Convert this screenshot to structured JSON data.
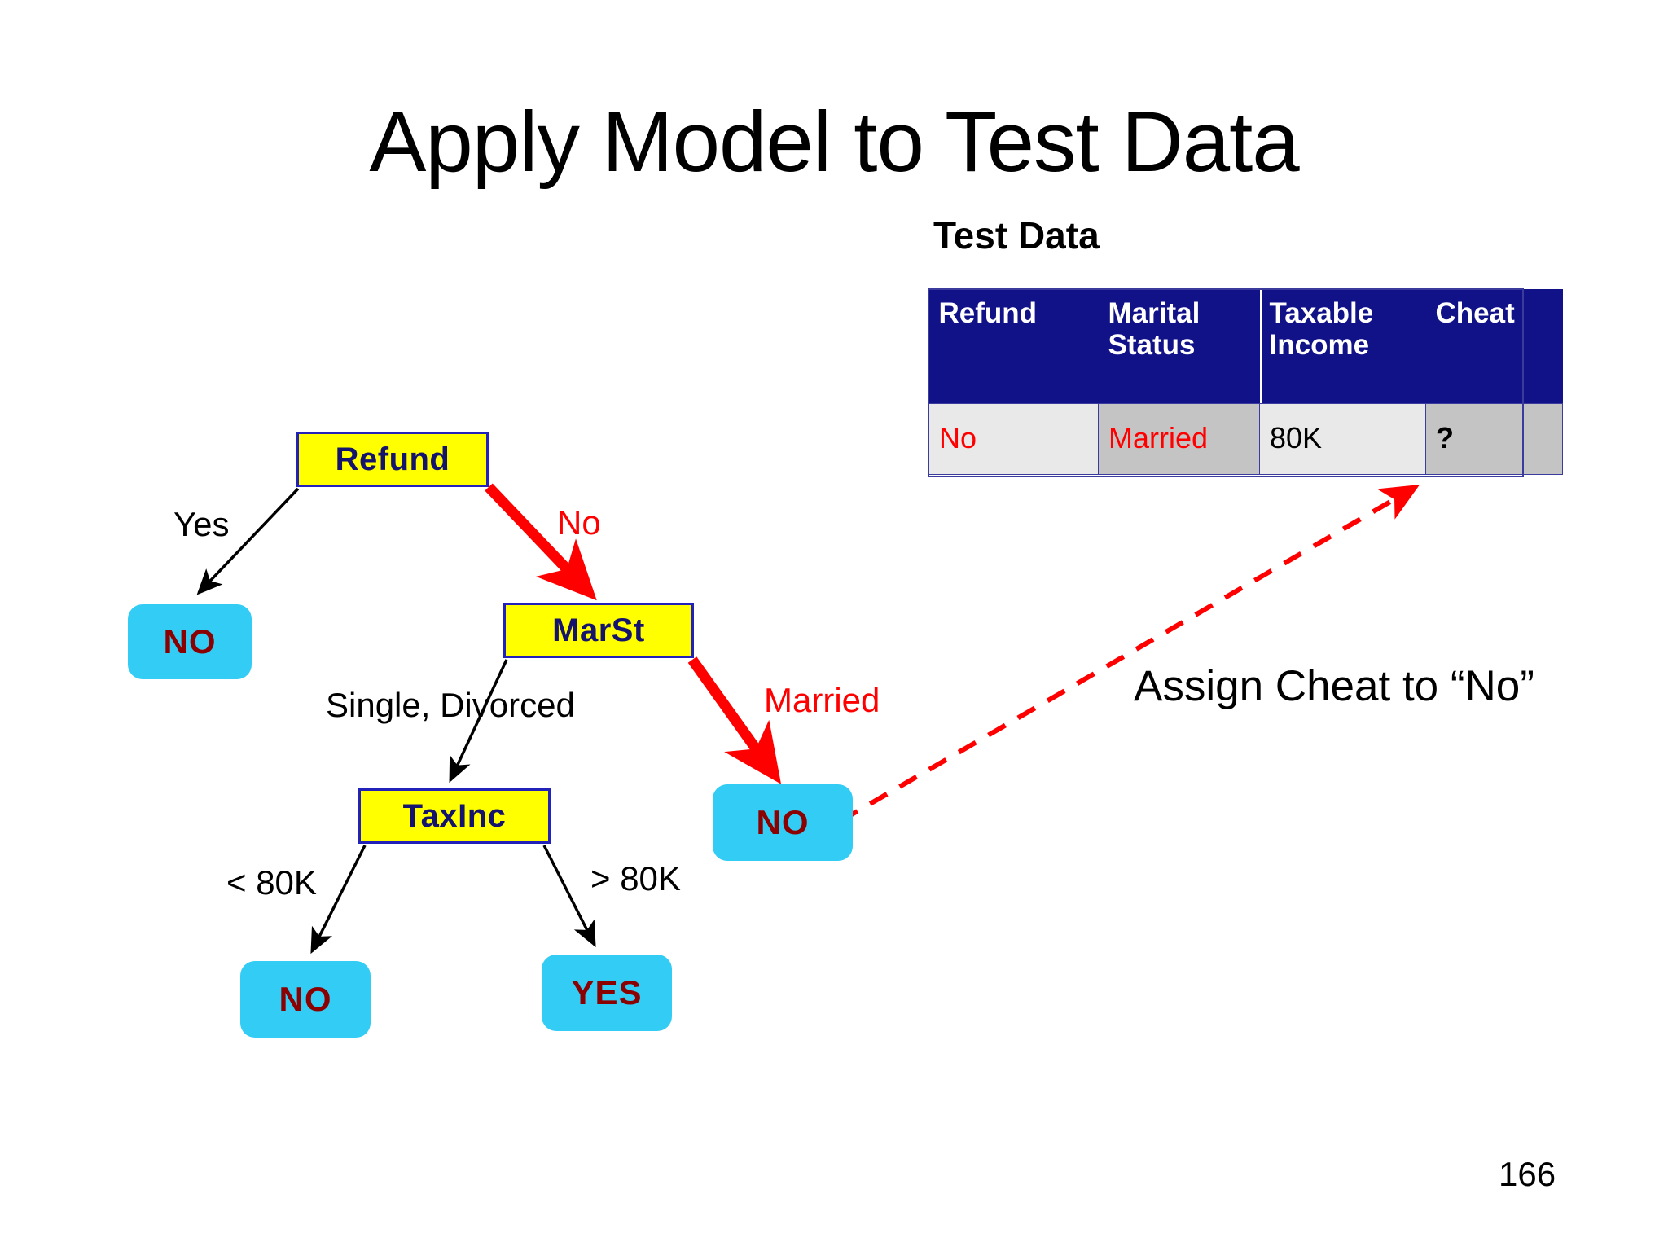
{
  "slide": {
    "title": "Apply Model to Test Data",
    "page_number": "166",
    "annotation": "Assign Cheat to “No”",
    "background_color": "#ffffff"
  },
  "test_data": {
    "caption": "Test Data",
    "columns": [
      "Refund",
      "Marital Status",
      "Taxable Income",
      "Cheat"
    ],
    "rows": [
      {
        "Refund": "No",
        "Marital Status": "Married",
        "Taxable Income": "80K",
        "Cheat": "?"
      }
    ],
    "colors": {
      "header_background": "#111188",
      "header_text": "#ffffff",
      "cell_light": "#e9e9e9",
      "cell_dark": "#c4c4c4",
      "value_red": "#ff0000",
      "value_black": "#000000",
      "border": "#3b3b9e"
    }
  },
  "tree": {
    "decision_nodes": [
      {
        "id": "refund",
        "label": "Refund"
      },
      {
        "id": "marst",
        "label": "MarSt"
      },
      {
        "id": "taxinc",
        "label": "TaxInc"
      }
    ],
    "leaf_nodes": [
      {
        "id": "yes-no",
        "label": "NO"
      },
      {
        "id": "married-no",
        "label": "NO"
      },
      {
        "id": "lt80-no",
        "label": "NO"
      },
      {
        "id": "gt80-yes",
        "label": "YES"
      }
    ],
    "edges": [
      {
        "id": "yes",
        "label": "Yes",
        "color": "#000000",
        "highlighted": false
      },
      {
        "id": "no",
        "label": "No",
        "color": "#ff0000",
        "highlighted": true
      },
      {
        "id": "single-divorced",
        "label": "Single, Divorced",
        "color": "#000000",
        "highlighted": false
      },
      {
        "id": "married",
        "label": "Married",
        "color": "#ff0000",
        "highlighted": true
      },
      {
        "id": "lt80k",
        "label": "< 80K",
        "color": "#000000",
        "highlighted": false
      },
      {
        "id": "gt80k",
        "label": "> 80K",
        "color": "#000000",
        "highlighted": false
      }
    ],
    "colors": {
      "decision_fill": "#ffff00",
      "decision_border": "#2222bb",
      "decision_text": "#14146e",
      "leaf_fill": "#33ccf5",
      "leaf_text": "#8b0000",
      "edge_default": "#000000",
      "edge_highlight": "#ff0000"
    }
  }
}
